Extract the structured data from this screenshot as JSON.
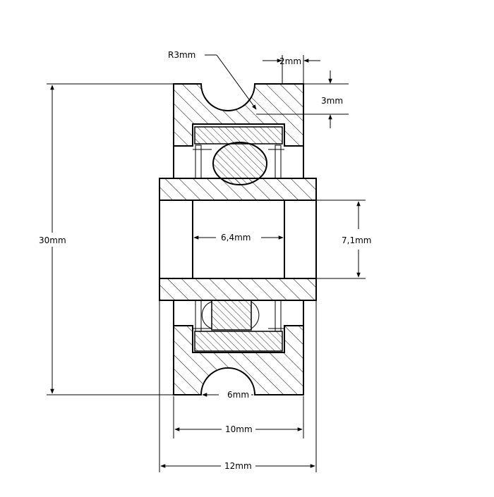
{
  "dimensions": {
    "groove_radius": "R3mm",
    "groove_width": "2mm",
    "groove_depth": "3mm",
    "outer_diameter": "30mm",
    "inner_bore_length": "6,4mm",
    "bore_diameter": "7,1mm",
    "groove_opening": "6mm",
    "wheel_width": "10mm",
    "overall_width": "12mm"
  }
}
